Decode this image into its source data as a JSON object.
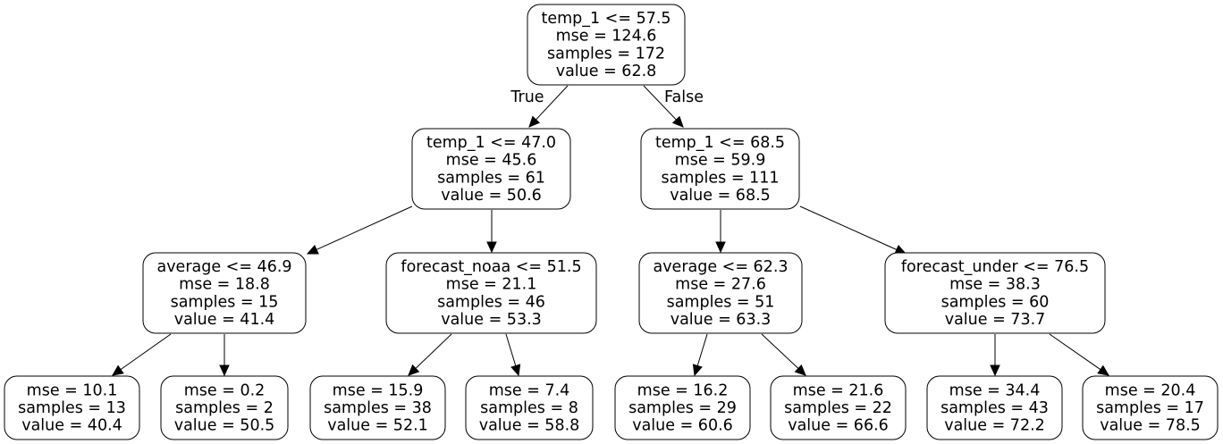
{
  "tree": {
    "nodes": [
      {
        "id": "n0",
        "lines": [
          "temp_1 <= 57.5",
          "mse = 124.6",
          "samples = 172",
          "value = 62.8"
        ]
      },
      {
        "id": "n1",
        "lines": [
          "temp_1 <= 47.0",
          "mse = 45.6",
          "samples = 61",
          "value = 50.6"
        ]
      },
      {
        "id": "n2",
        "lines": [
          "temp_1 <= 68.5",
          "mse = 59.9",
          "samples = 111",
          "value = 68.5"
        ]
      },
      {
        "id": "n3",
        "lines": [
          "average <= 46.9",
          "mse = 18.8",
          "samples = 15",
          "value = 41.4"
        ]
      },
      {
        "id": "n4",
        "lines": [
          "forecast_noaa <= 51.5",
          "mse = 21.1",
          "samples = 46",
          "value = 53.3"
        ]
      },
      {
        "id": "n5",
        "lines": [
          "average <= 62.3",
          "mse = 27.6",
          "samples = 51",
          "value = 63.3"
        ]
      },
      {
        "id": "n6",
        "lines": [
          "forecast_under <= 76.5",
          "mse = 38.3",
          "samples = 60",
          "value = 73.7"
        ]
      },
      {
        "id": "n7",
        "lines": [
          "mse = 10.1",
          "samples = 13",
          "value = 40.4"
        ]
      },
      {
        "id": "n8",
        "lines": [
          "mse = 0.2",
          "samples = 2",
          "value = 50.5"
        ]
      },
      {
        "id": "n9",
        "lines": [
          "mse = 15.9",
          "samples = 38",
          "value = 52.1"
        ]
      },
      {
        "id": "n10",
        "lines": [
          "mse = 7.4",
          "samples = 8",
          "value = 58.8"
        ]
      },
      {
        "id": "n11",
        "lines": [
          "mse = 16.2",
          "samples = 29",
          "value = 60.6"
        ]
      },
      {
        "id": "n12",
        "lines": [
          "mse = 21.6",
          "samples = 22",
          "value = 66.6"
        ]
      },
      {
        "id": "n13",
        "lines": [
          "mse = 34.4",
          "samples = 43",
          "value = 72.2"
        ]
      },
      {
        "id": "n14",
        "lines": [
          "mse = 20.4",
          "samples = 17",
          "value = 78.5"
        ]
      }
    ],
    "edges": [
      {
        "from": "n0",
        "to": "n1",
        "label": "True"
      },
      {
        "from": "n0",
        "to": "n2",
        "label": "False"
      },
      {
        "from": "n1",
        "to": "n3",
        "label": ""
      },
      {
        "from": "n1",
        "to": "n4",
        "label": ""
      },
      {
        "from": "n2",
        "to": "n5",
        "label": ""
      },
      {
        "from": "n2",
        "to": "n6",
        "label": ""
      },
      {
        "from": "n3",
        "to": "n7",
        "label": ""
      },
      {
        "from": "n3",
        "to": "n8",
        "label": ""
      },
      {
        "from": "n4",
        "to": "n9",
        "label": ""
      },
      {
        "from": "n4",
        "to": "n10",
        "label": ""
      },
      {
        "from": "n5",
        "to": "n11",
        "label": ""
      },
      {
        "from": "n5",
        "to": "n12",
        "label": ""
      },
      {
        "from": "n6",
        "to": "n13",
        "label": ""
      },
      {
        "from": "n6",
        "to": "n14",
        "label": ""
      }
    ]
  }
}
